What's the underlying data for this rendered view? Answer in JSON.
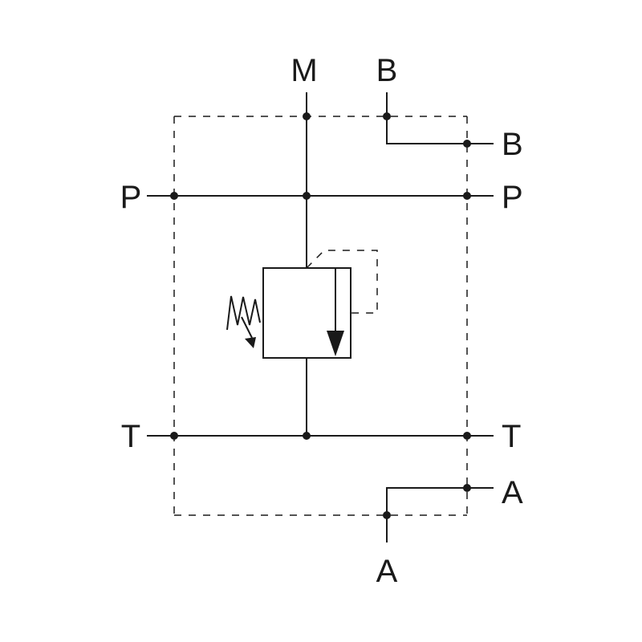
{
  "ports": {
    "m_top": "M",
    "b_top": "B",
    "b_right": "B",
    "p_left": "P",
    "p_right": "P",
    "t_left": "T",
    "t_right": "T",
    "a_right": "A",
    "a_bottom": "A"
  },
  "colors": {
    "line": "#1a1a1a",
    "background": "#ffffff"
  }
}
